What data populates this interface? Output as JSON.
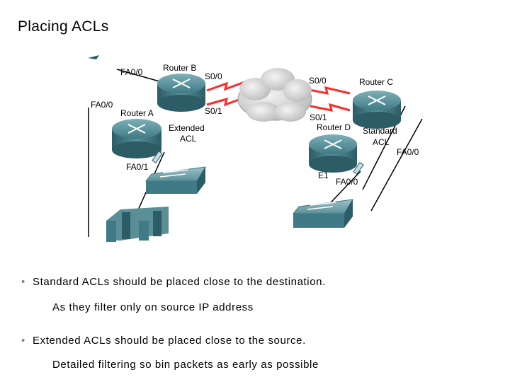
{
  "title": "Placing ACLs",
  "diagram": {
    "routers": {
      "a": "Router A",
      "b": "Router B",
      "c": "Router C",
      "d": "Router D"
    },
    "interfaces": {
      "b_fa00": "FA0/0",
      "b_s00": "S0/0",
      "a_fa00": "FA0/0",
      "a_s01": "S0/1",
      "a_fa01": "FA0/1",
      "c_s00": "S0/0",
      "d_s01": "S0/1",
      "c_fa00": "FA0/0",
      "d_e1": "E1",
      "d_fa00": "FA0/0"
    },
    "acl_labels": {
      "extended_1": "Extended",
      "extended_2": "ACL",
      "standard_1": "Standard",
      "standard_2": "ACL"
    }
  },
  "bullets": [
    {
      "main": "Standard ACLs should be placed close to the destination.",
      "sub": "As they filter only on source IP address"
    },
    {
      "main": "Extended ACLs should be placed close to the source.",
      "sub": "Detailed filtering so bin packets as early as possible"
    }
  ],
  "bullet_marker": "•",
  "colors": {
    "router": "#3f7a86",
    "router_dark": "#2c5c66",
    "switch": "#5b8f98",
    "serial_link": "#ff3333",
    "cloud": "#c8c8c8"
  }
}
